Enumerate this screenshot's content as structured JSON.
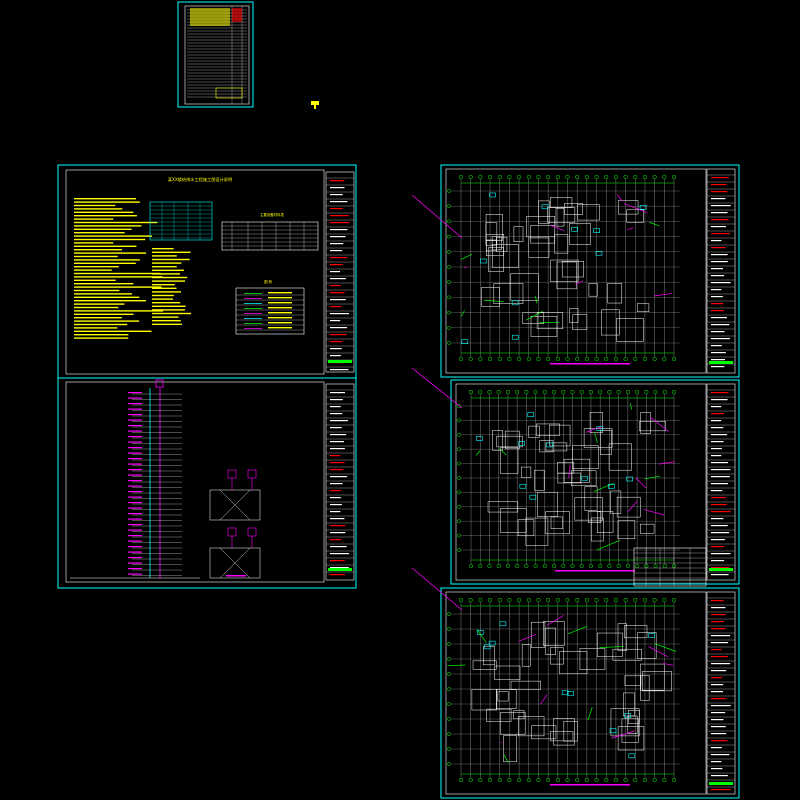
{
  "colors": {
    "background": "#000000",
    "frame": "#00ffff",
    "text_notes": "#ffff00",
    "dimension": "#00ff00",
    "annotation": "#ff00ff",
    "walls": "#ffffff",
    "title_block_red": "#ff0000"
  },
  "sheets": [
    {
      "id": "index",
      "kind": "drawing-index"
    },
    {
      "id": "notes",
      "kind": "design-notes",
      "title": "某XX楼给排水工程施工图设计说明"
    },
    {
      "id": "riser",
      "kind": "riser-diagram"
    },
    {
      "id": "plan-1",
      "kind": "floor-plan"
    },
    {
      "id": "plan-2",
      "kind": "floor-plan"
    },
    {
      "id": "plan-3",
      "kind": "floor-plan"
    }
  ],
  "notes_sheet": {
    "title": "某XX楼给排水工程施工图设计说明",
    "legend_heading": "图 例",
    "table_heading": "主要设备材料表"
  }
}
